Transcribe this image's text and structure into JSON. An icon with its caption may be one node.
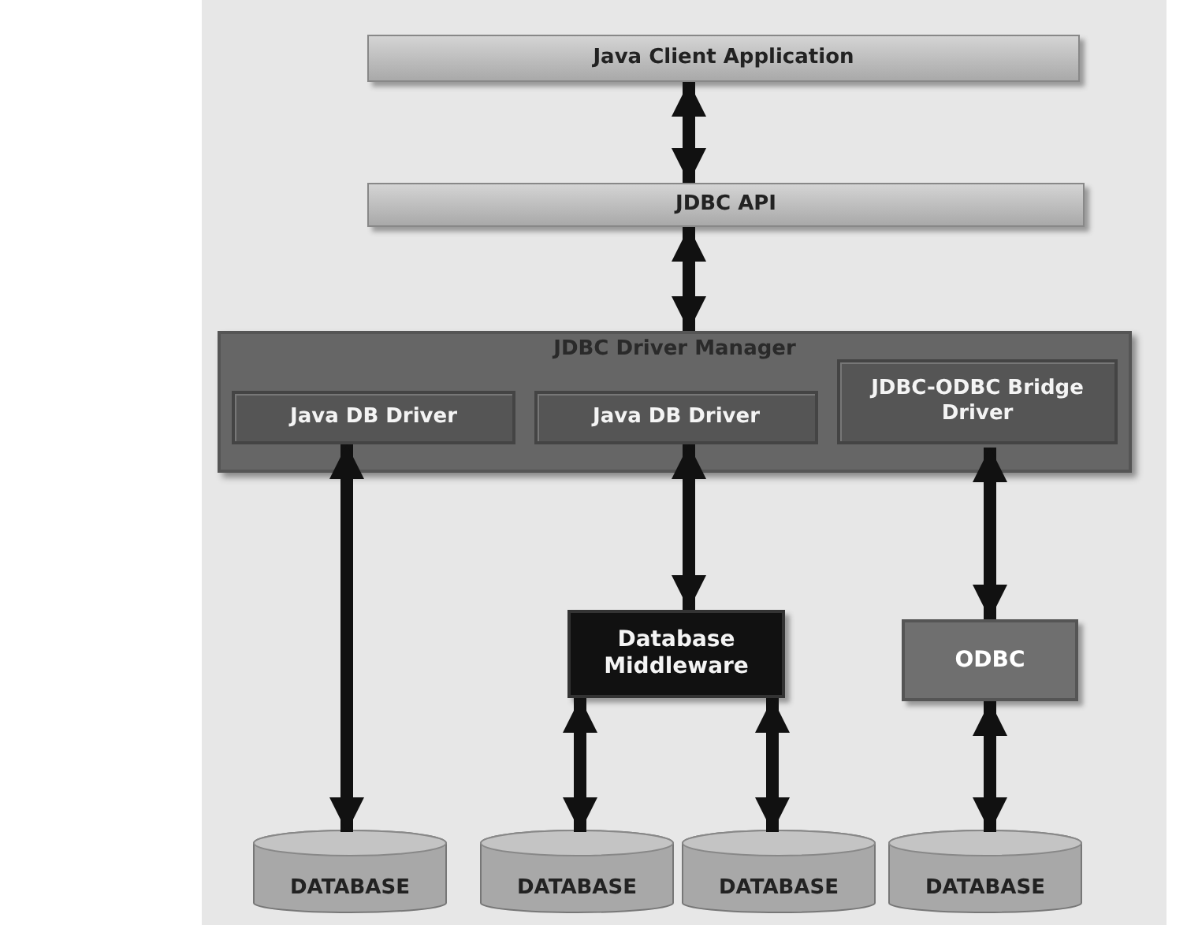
{
  "diagram": {
    "nodes": [
      {
        "text": [
          "Java Client Application"
        ]
      },
      {
        "text": [
          "JDBC API"
        ]
      },
      {
        "text": [
          "JDBC Driver Manager"
        ]
      },
      {
        "text": [
          "Java DB Driver"
        ],
        "in": 2
      },
      {
        "text": [
          "Java DB Driver"
        ],
        "in": 2
      },
      {
        "text": [
          "JDBC-ODBC Bridge Driver"
        ],
        "in": 2
      },
      {
        "text": [
          "Database Middleware"
        ]
      },
      {
        "text": [
          "ODBC"
        ]
      },
      {
        "text": [
          "DATABASE"
        ]
      },
      {
        "text": [
          "DATABASE"
        ]
      },
      {
        "text": [
          "DATABASE"
        ]
      },
      {
        "text": [
          "DATABASE"
        ]
      }
    ],
    "edges": [
      {
        "from": 0,
        "to": 1,
        "arrow": "both"
      },
      {
        "from": 1,
        "to": 2,
        "arrow": "both"
      },
      {
        "from": 3,
        "to": 8,
        "arrow": "both"
      },
      {
        "from": 4,
        "to": 6,
        "arrow": "both"
      },
      {
        "from": 5,
        "to": 7,
        "arrow": "both"
      },
      {
        "from": 6,
        "to": 9,
        "arrow": "both"
      },
      {
        "from": 6,
        "to": 10,
        "arrow": "both"
      },
      {
        "from": 7,
        "to": 11,
        "arrow": "both"
      }
    ]
  }
}
